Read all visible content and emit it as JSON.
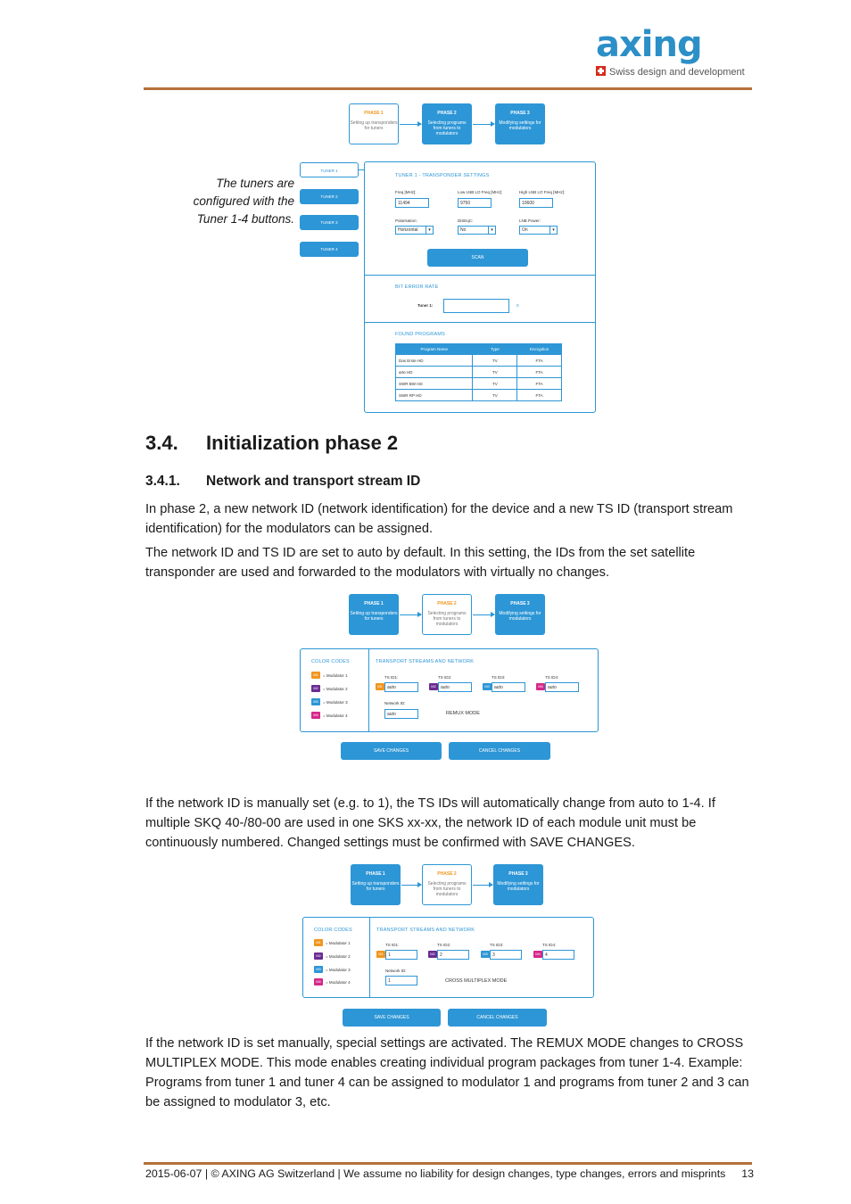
{
  "header": {
    "logo_text": "axing",
    "tagline": "Swiss design and development"
  },
  "figure1": {
    "phases": [
      {
        "title": "PHASE 1",
        "desc": "Setting up transponders for tuners"
      },
      {
        "title": "PHASE 2",
        "desc": "Selecting programs from tuners to modulators"
      },
      {
        "title": "PHASE 3",
        "desc": "Modifying settings for modulators"
      }
    ],
    "tuner_buttons": [
      "TUNER 1",
      "TUNER 2",
      "TUNER 3",
      "TUNER 4"
    ],
    "caption": "The tuners are configured with the Tuner 1-4 buttons.",
    "settings_title": "TUNER 1 - TRANSPONDER SETTINGS",
    "freq_label": "Freq [MHz]:",
    "freq_value": "11494",
    "low_lnb_label": "Low LNB LO Freq [MHz]:",
    "low_lnb_value": "9750",
    "high_lnb_label": "High LNB LO Freq [MHz]:",
    "high_lnb_value": "10600",
    "polarisation_label": "Polarisation:",
    "polarisation_value": "Horizontal",
    "diseqc_label": "DiSEqC:",
    "diseqc_value": "No",
    "lnb_power_label": "LNB Power:",
    "lnb_power_value": "On",
    "scan_label": "SCAN",
    "ber_title": "BIT ERROR RATE",
    "ber_tuner_label": "Tuner 1:",
    "ber_value": "0",
    "found_title": "FOUND PROGRAMS",
    "table_headers": [
      "Program Name",
      "Type",
      "Encryption"
    ],
    "table_rows": [
      [
        "Das Erste HD",
        "TV",
        "FTA"
      ],
      [
        "arte HD",
        "TV",
        "FTA"
      ],
      [
        "SWR BW HD",
        "TV",
        "FTA"
      ],
      [
        "SWR RP HD",
        "TV",
        "FTA"
      ]
    ]
  },
  "section": {
    "number": "3.4.",
    "title": "Initialization phase 2",
    "sub_number": "3.4.1.",
    "sub_title": "Network and transport stream ID"
  },
  "paragraphs": {
    "p1": "In phase 2, a new network ID (network identification) for the device and a new TS ID (transport stream identification) for the modulators can be assigned.",
    "p2": "The network ID and TS ID are set to auto by default. In this setting, the IDs from the set satellite transponder are used and forwarded to the modulators with virtually no changes.",
    "p3": "If the network ID is manually set (e.g. to 1), the TS IDs will automatically change from auto to 1-4. If multiple SKQ 40-/80-00 are used in one SKS xx-xx, the network ID of each module unit must be continuously numbered. Changed settings must be confirmed with SAVE CHANGES.",
    "p4": "If the network ID is set manually, special settings are activated. The REMUX MODE changes to CROSS MULTIPLEX MODE. This mode enables creating individual program packages from tuner 1-4. Example: Programs from tuner 1 and tuner 4 can be assigned to modulator 1 and programs from tuner 2 and 3 can be assigned to modulator 3, etc."
  },
  "figure2": {
    "color_codes_title": "COLOR CODES",
    "modulators": [
      "= Modulator 1",
      "= Modulator 2",
      "= Modulator 3",
      "= Modulator 4"
    ],
    "mod_tags": [
      "M1",
      "M2",
      "M3",
      "M4"
    ],
    "ts_title": "TRANSPORT STREAMS AND NETWORK",
    "ts_labels": [
      "TS ID1:",
      "TS ID2:",
      "TS ID3:",
      "TS ID4:"
    ],
    "ts_values": [
      "auto",
      "auto",
      "auto",
      "auto"
    ],
    "network_label": "Network ID:",
    "network_value": "auto",
    "mode": "REMUX MODE",
    "save": "SAVE CHANGES",
    "cancel": "CANCEL CHANGES"
  },
  "figure3": {
    "ts_values": [
      "1",
      "2",
      "3",
      "4"
    ],
    "network_value": "1",
    "mode": "CROSS MULTIPLEX MODE"
  },
  "footer": {
    "text": "2015-06-07 | © AXING AG Switzerland | We assume no liability for design changes, type changes, errors and misprints",
    "page": "13"
  },
  "colors": {
    "accent_blue": "#2d96d6",
    "rule_brown": "#b5703a",
    "phase_orange": "#f0961e",
    "m1": "#f0961e",
    "m2": "#6a2c91",
    "m3": "#2d96d6",
    "m4": "#d6278a"
  }
}
